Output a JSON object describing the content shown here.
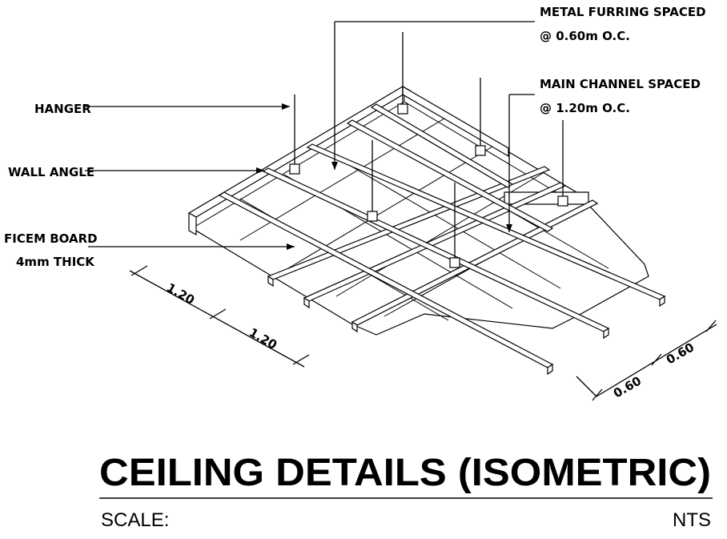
{
  "labels": {
    "hanger": "HANGER",
    "wall_angle": "WALL ANGLE",
    "ficem_board_line1": "FICEM BOARD",
    "ficem_board_line2": "4mm THICK",
    "metal_furring_line1": "METAL FURRING SPACED",
    "metal_furring_line2": "@ 0.60m O.C.",
    "main_channel_line1": "MAIN CHANNEL SPACED",
    "main_channel_line2": "@ 1.20m O.C."
  },
  "dimensions": {
    "left_1": "1.20",
    "left_2": "1.20",
    "right_1": "0.60",
    "right_2": "0.60"
  },
  "title": "CEILING DETAILS (ISOMETRIC)",
  "scale": {
    "label": "SCALE:",
    "value": "NTS"
  }
}
